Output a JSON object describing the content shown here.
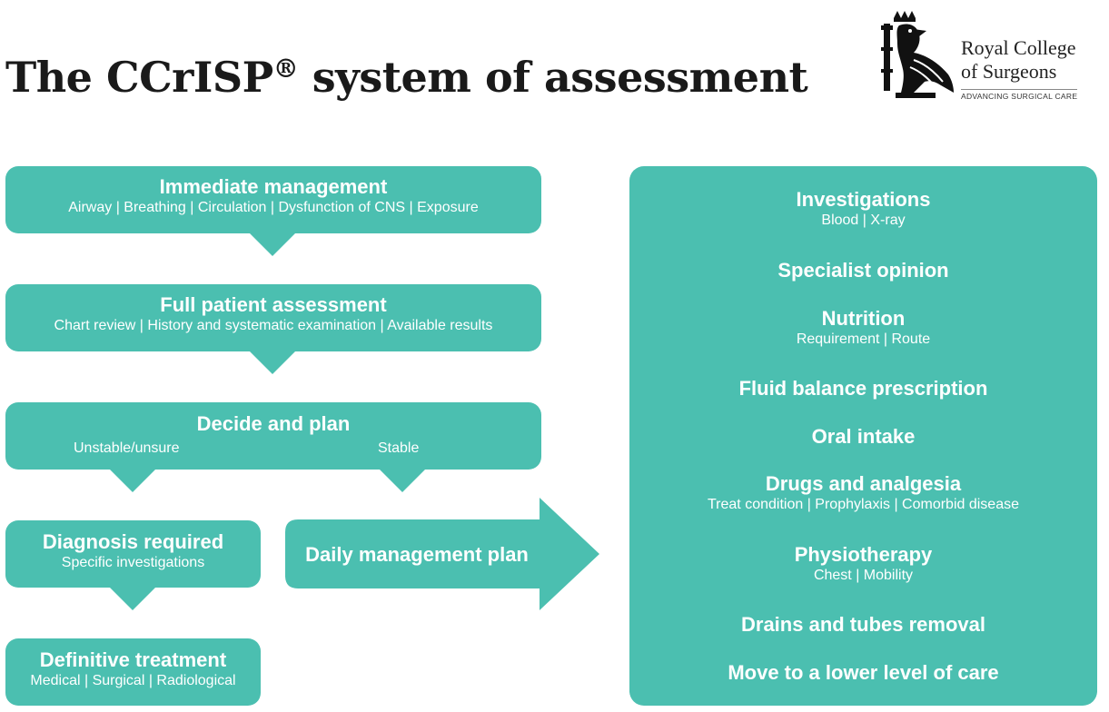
{
  "title": {
    "main": "The CCrISP",
    "mark": "®",
    "rest": " system of assessment"
  },
  "logo": {
    "name_line1": "Royal College",
    "name_line2": "of Surgeons",
    "tagline": "ADVANCING SURGICAL CARE"
  },
  "flow": {
    "immediate": {
      "heading": "Immediate management",
      "detail": "Airway | Breathing | Circulation | Dysfunction of CNS | Exposure"
    },
    "full_assessment": {
      "heading": "Full patient assessment",
      "detail": "Chart review | History and systematic examination | Available results"
    },
    "decide": {
      "heading": "Decide and plan",
      "left_branch": "Unstable/unsure",
      "right_branch": "Stable"
    },
    "diagnosis": {
      "heading": "Diagnosis required",
      "detail": "Specific investigations"
    },
    "daily": {
      "heading": "Daily management plan"
    },
    "definitive": {
      "heading": "Definitive treatment",
      "detail": "Medical | Surgical | Radiological"
    }
  },
  "plan_items": [
    {
      "heading": "Investigations",
      "detail": "Blood | X-ray"
    },
    {
      "heading": "Specialist opinion",
      "detail": ""
    },
    {
      "heading": "Nutrition",
      "detail": "Requirement | Route"
    },
    {
      "heading": "Fluid balance prescription",
      "detail": ""
    },
    {
      "heading": "Oral intake",
      "detail": ""
    },
    {
      "heading": "Drugs and analgesia",
      "detail": "Treat condition | Prophylaxis | Comorbid disease"
    },
    {
      "heading": "Physiotherapy",
      "detail": "Chest | Mobility"
    },
    {
      "heading": "Drains and tubes removal",
      "detail": ""
    },
    {
      "heading": "Move to a lower level of care",
      "detail": ""
    }
  ],
  "colors": {
    "teal": "#4bbfb0",
    "text_dark": "#1a1a1a",
    "text_light": "#ffffff"
  }
}
